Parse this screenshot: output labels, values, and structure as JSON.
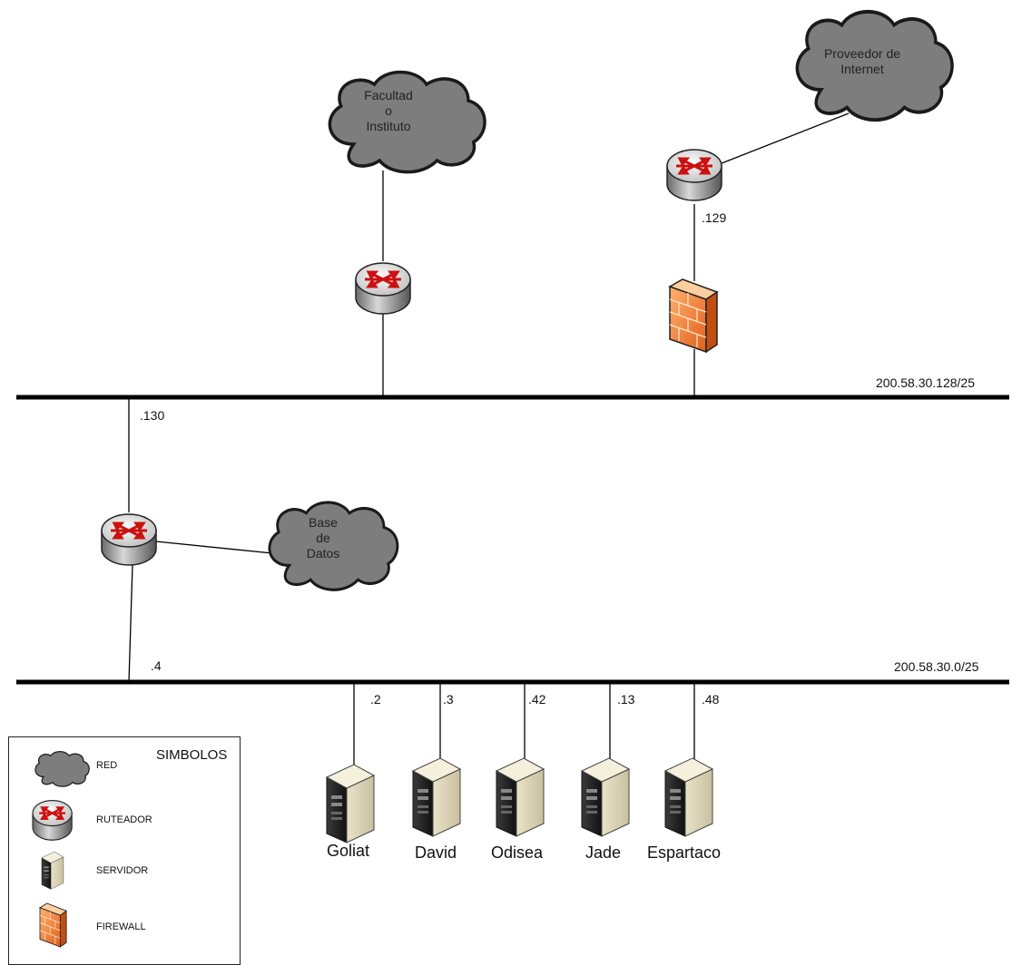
{
  "networks": {
    "upper": "200.58.30.128/25",
    "lower": "200.58.30.0/25"
  },
  "clouds": {
    "facultad": [
      "Facultad",
      "o",
      "Instituto"
    ],
    "proveedor": [
      "Proveedor de",
      "Internet"
    ],
    "base_datos": [
      "Base",
      "de",
      "Datos"
    ]
  },
  "addresses": {
    "isp_router": ".129",
    "core_router_upper": ".130",
    "core_router_lower": ".4"
  },
  "servers": [
    {
      "name": "Goliat",
      "ip": ".2"
    },
    {
      "name": "David",
      "ip": ".3"
    },
    {
      "name": "Odisea",
      "ip": ".42"
    },
    {
      "name": "Jade",
      "ip": ".13"
    },
    {
      "name": "Espartaco",
      "ip": ".48"
    }
  ],
  "legend": {
    "title": "SIMBOLOS",
    "items": [
      "RED",
      "RUTEADOR",
      "SERVIDOR",
      "FIREWALL"
    ]
  },
  "colors": {
    "cloud": "#7a7a7a",
    "firewall": "#f07a2a",
    "router_arrows": "#cc1111"
  }
}
